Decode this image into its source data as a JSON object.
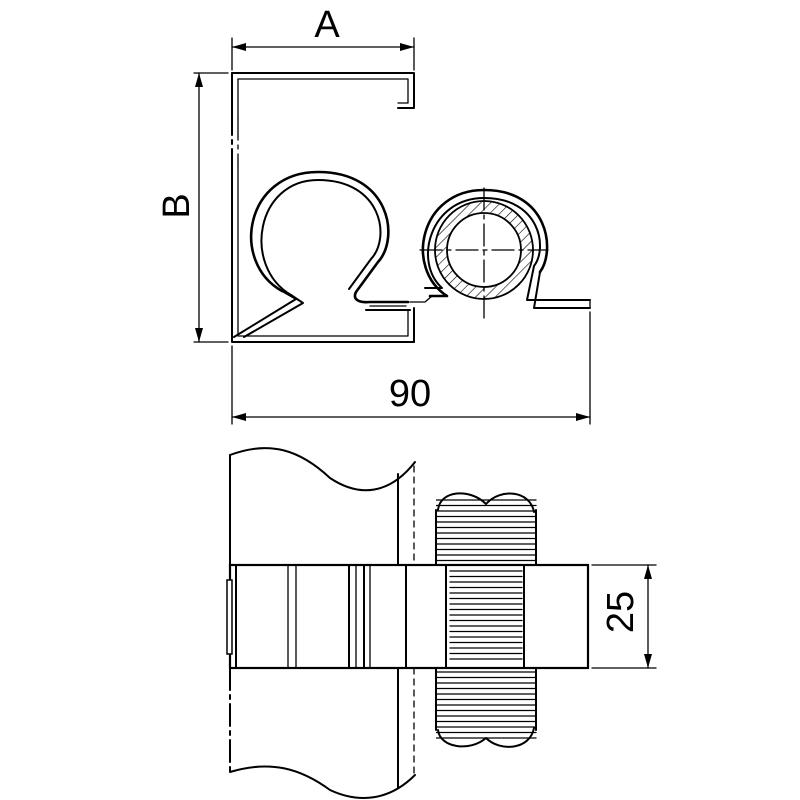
{
  "drawing": {
    "labels": {
      "dim_a": "A",
      "dim_b": "B",
      "dim_width": "90",
      "dim_depth": "25"
    },
    "colors": {
      "line": "#000000",
      "background": "#ffffff"
    }
  }
}
